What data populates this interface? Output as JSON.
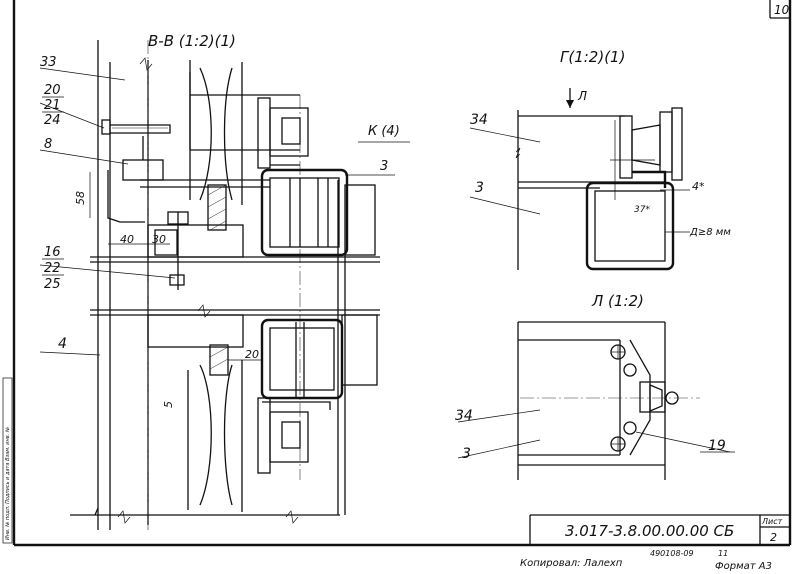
{
  "sheet": {
    "corner_number": "10",
    "designation": "3.017-3.8.00.00.00 СБ",
    "sheet_label": "Лист",
    "sheet_number": "2",
    "copied_by": "Копировал: Лалехп",
    "order_code": "490108-09",
    "order_suffix": "11",
    "format": "Формат А3",
    "side_strip_text": "Инв. № подл.  Подпись и дата  Взам. инв. №"
  },
  "views": {
    "left_title": "В-В (1:2)(1)",
    "top_right_title": "Г(1:2)(1)",
    "bottom_right_title": "Л (1:2)",
    "direction_label": "К (4)",
    "arrow_label": "Л"
  },
  "callouts_left": {
    "n33": "33",
    "n20": "20",
    "n21": "21",
    "n24": "24",
    "n8": "8",
    "n3": "3",
    "n16": "16",
    "n22": "22",
    "n25": "25",
    "n4": "4"
  },
  "dimensions_left": {
    "d58": "58",
    "d40": "40",
    "d30": "30",
    "d20": "20",
    "d5": "5"
  },
  "callouts_right": {
    "n34_top": "34",
    "n3_top": "3",
    "n34_bottom": "34",
    "n3_bottom": "3",
    "n19": "19"
  },
  "dimensions_right": {
    "d4": "4*",
    "d37": "37*",
    "note_width": "Д≥8 мм"
  }
}
